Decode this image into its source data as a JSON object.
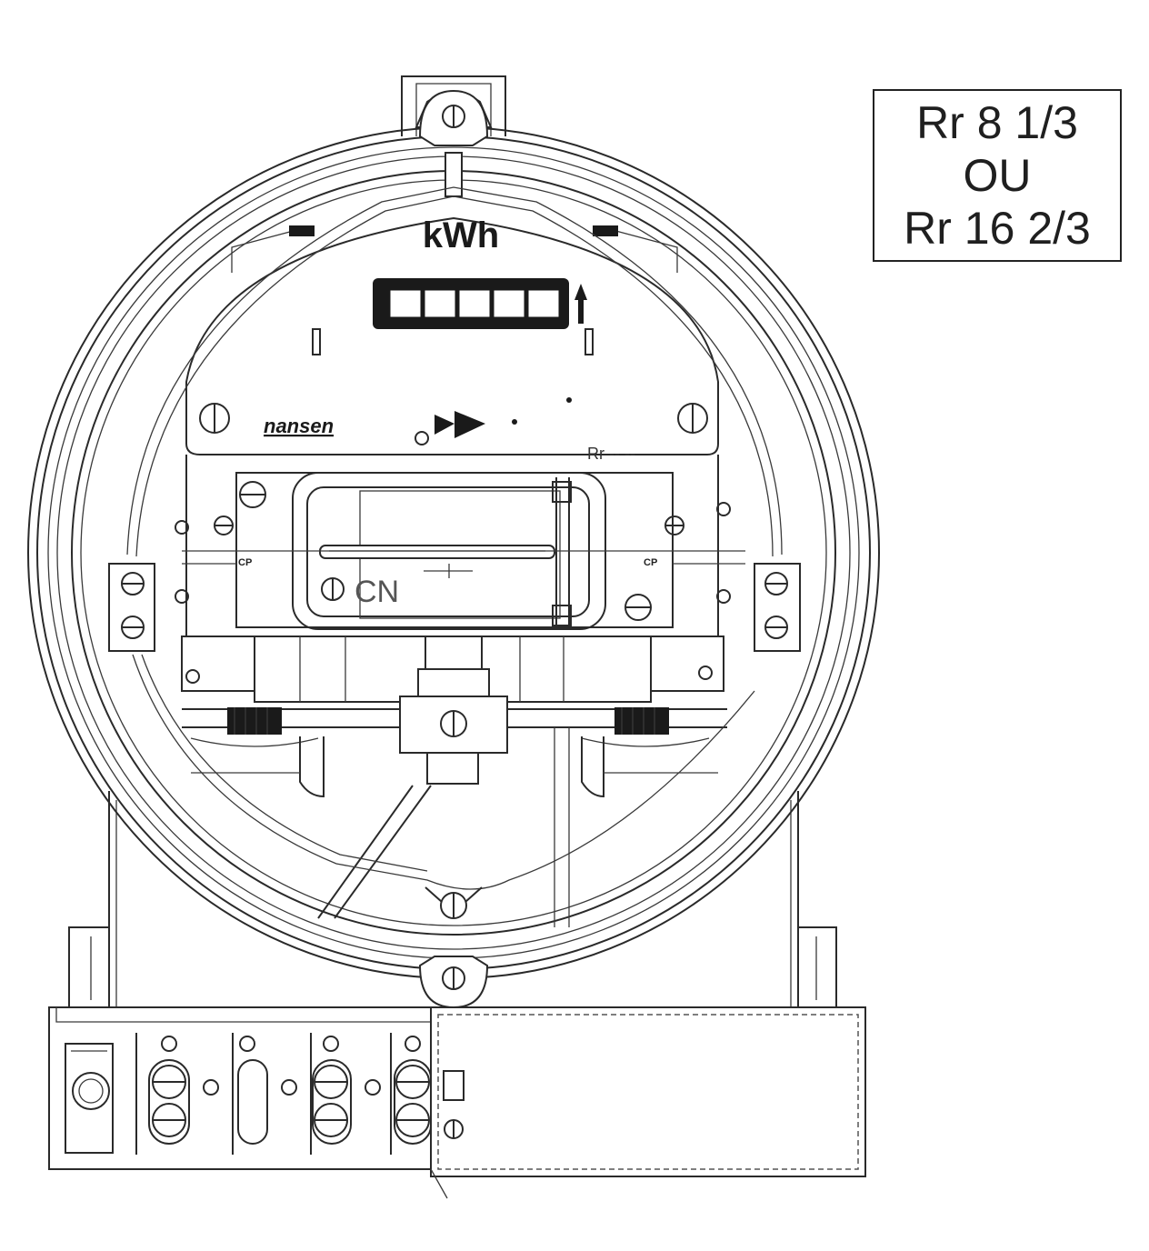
{
  "ratio_box": {
    "line1": "Rr 8 1/3",
    "line2": "OU",
    "line3": "Rr 16 2/3"
  },
  "meter": {
    "unit_label": "kWh",
    "brand": "nansen",
    "rr_label": "Rr -- --",
    "cp_left": "CP",
    "cp_right": "CP",
    "cn_label": "CN"
  },
  "icons": [
    "screw-icon",
    "direction-arrow-icon",
    "up-arrow-icon"
  ]
}
